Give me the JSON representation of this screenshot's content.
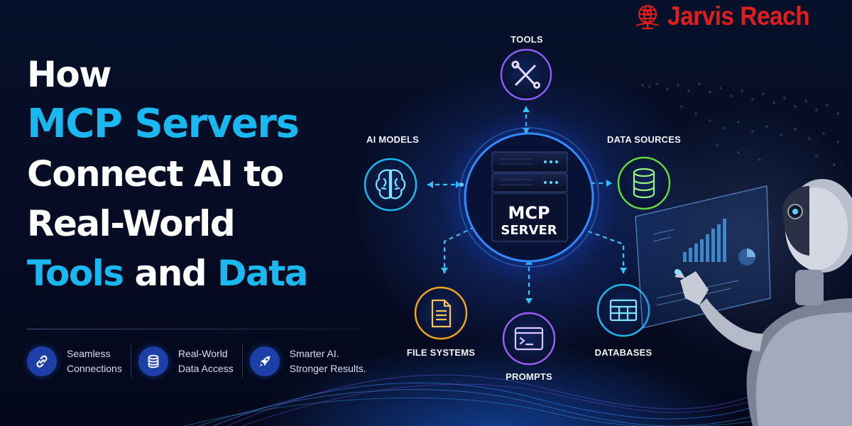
{
  "brand": {
    "name": "Jarvis Reach",
    "color": "#e21d1d",
    "icon": "robot-globe-logo-icon"
  },
  "headline": {
    "line1": "How",
    "line2": "MCP Servers",
    "line3": "Connect AI to",
    "line4": "Real-World",
    "line5_accent": "Tools",
    "line5_plain": " and ",
    "line5_accent2": "Data",
    "accent_color": "#19b8f0"
  },
  "features": [
    {
      "icon": "link-icon",
      "line1": "Seamless",
      "line2": "Connections"
    },
    {
      "icon": "database-icon",
      "line1": "Real-World",
      "line2": "Data Access"
    },
    {
      "icon": "rocket-icon",
      "line1": "Smarter AI.",
      "line2": "Stronger Results."
    }
  ],
  "diagram": {
    "center": {
      "line1": "MCP",
      "line2": "SERVER"
    },
    "nodes": {
      "tools": {
        "label": "TOOLS",
        "icon": "wrench-screwdriver-icon",
        "color": "#8a5cf6"
      },
      "ai_models": {
        "label": "AI MODELS",
        "icon": "brain-icon",
        "color": "#19b8f0"
      },
      "data_sources": {
        "label": "DATA SOURCES",
        "icon": "database-icon",
        "color": "#5fd93a"
      },
      "file_systems": {
        "label": "FILE SYSTEMS",
        "icon": "document-icon",
        "color": "#f2a31b"
      },
      "prompts": {
        "label": "PROMPTS",
        "icon": "terminal-icon",
        "color": "#9b5cf6"
      },
      "databases": {
        "label": "DATABASES",
        "icon": "table-icon",
        "color": "#19b8f0"
      }
    }
  }
}
